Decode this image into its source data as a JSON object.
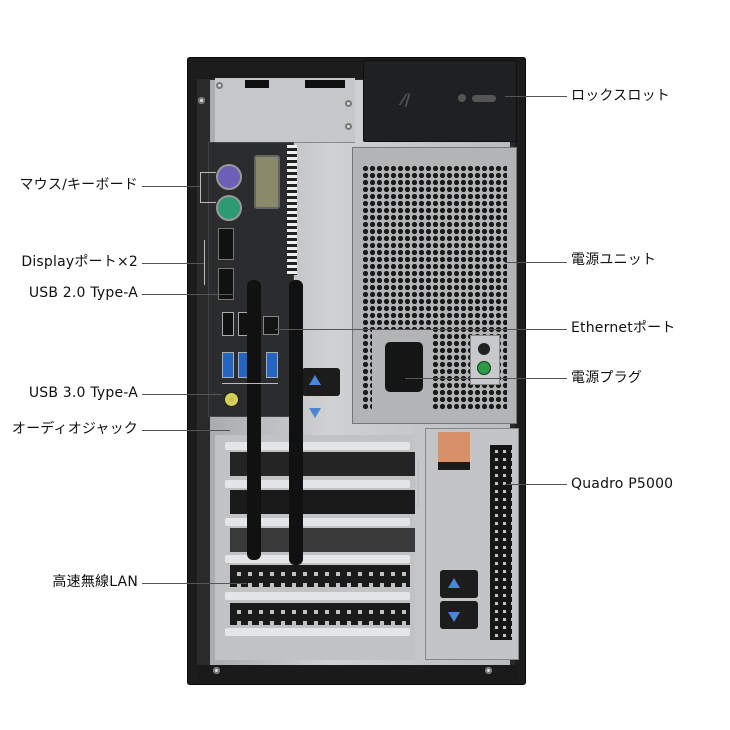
{
  "figure": {
    "subject": "PC tower rear panel",
    "colors": {
      "background": "#ffffff",
      "label_text": "#111111",
      "leader_line": "#555555",
      "case": "#1c1c1d",
      "chassis_silver": "#c0c2c4",
      "ps2_mouse": "#6c5fb5",
      "ps2_keyboard": "#2e9a72",
      "usb3_blue": "#2465c2",
      "audio_jack": "#c9c14a",
      "psu_led": "#2f9a48",
      "latch_arrow": "#4a86d6"
    }
  },
  "callouts": {
    "left": [
      {
        "id": "mouse-keyboard",
        "label": "マウス/キーボード"
      },
      {
        "id": "displayport",
        "label": "Displayポート×2"
      },
      {
        "id": "usb2",
        "label": "USB 2.0 Type-A"
      },
      {
        "id": "usb3",
        "label": "USB 3.0 Type-A"
      },
      {
        "id": "audio-jack",
        "label": "オーディオジャック"
      },
      {
        "id": "wireless-lan",
        "label": "高速無線LAN"
      }
    ],
    "right": [
      {
        "id": "lock-slot",
        "label": "ロックスロット"
      },
      {
        "id": "power-unit",
        "label": "電源ユニット"
      },
      {
        "id": "ethernet",
        "label": "Ethernetポート"
      },
      {
        "id": "power-plug",
        "label": "電源プラグ"
      },
      {
        "id": "gpu",
        "label": "Quadro P5000"
      }
    ]
  }
}
